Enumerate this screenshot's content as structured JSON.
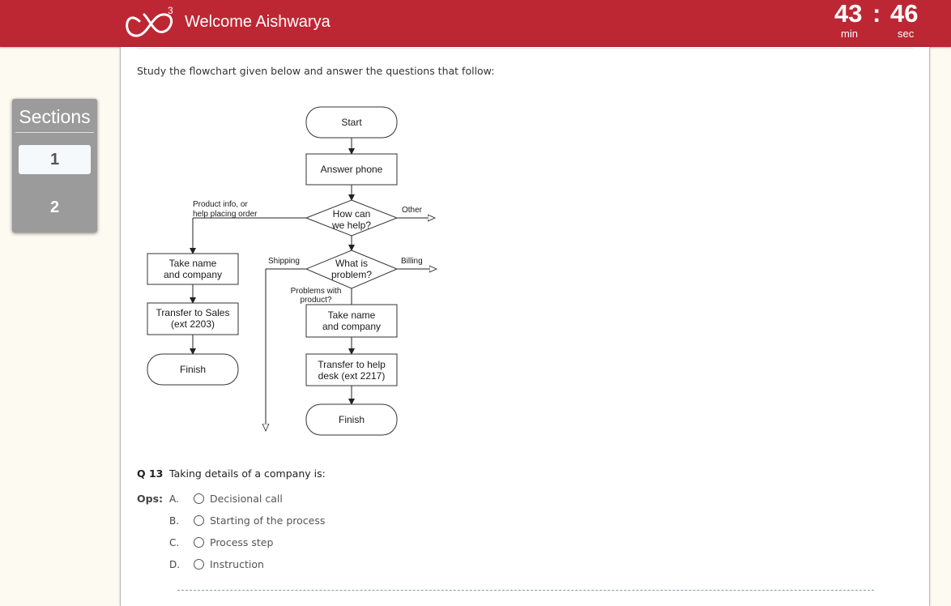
{
  "header": {
    "logo_sup": "3",
    "welcome": "Welcome Aishwarya",
    "timer": {
      "minutes": "43",
      "separator": ":",
      "seconds": "46",
      "min_label": "min",
      "sec_label": "sec"
    }
  },
  "sidebar": {
    "title": "Sections",
    "items": [
      {
        "label": "1",
        "active": true
      },
      {
        "label": "2",
        "active": false
      }
    ]
  },
  "question": {
    "instruction": "Study the flowchart given below and answer the questions that follow:",
    "number": "Q 13",
    "text": "Taking details of a company is:",
    "ops_label": "Ops:",
    "options": [
      {
        "letter": "A.",
        "text": "Decisional call"
      },
      {
        "letter": "B.",
        "text": "Starting of the process"
      },
      {
        "letter": "C.",
        "text": "Process step"
      },
      {
        "letter": "D.",
        "text": "Instruction"
      }
    ]
  },
  "flowchart": {
    "start": "Start",
    "answer_phone": "Answer phone",
    "how_can_1": "How can",
    "how_can_2": "we help?",
    "product_info_1": "Product info, or",
    "product_info_2": "help placing order",
    "other": "Other",
    "what_is_1": "What is",
    "what_is_2": "problem?",
    "shipping": "Shipping",
    "billing": "Billing",
    "problems_1": "Problems with",
    "problems_2": "product?",
    "take_name_1": "Take name",
    "take_name_2": "and company",
    "transfer_sales_1": "Transfer to Sales",
    "transfer_sales_2": "(ext 2203)",
    "transfer_help_1": "Transfer to help",
    "transfer_help_2": "desk (ext 2217)",
    "finish": "Finish"
  }
}
